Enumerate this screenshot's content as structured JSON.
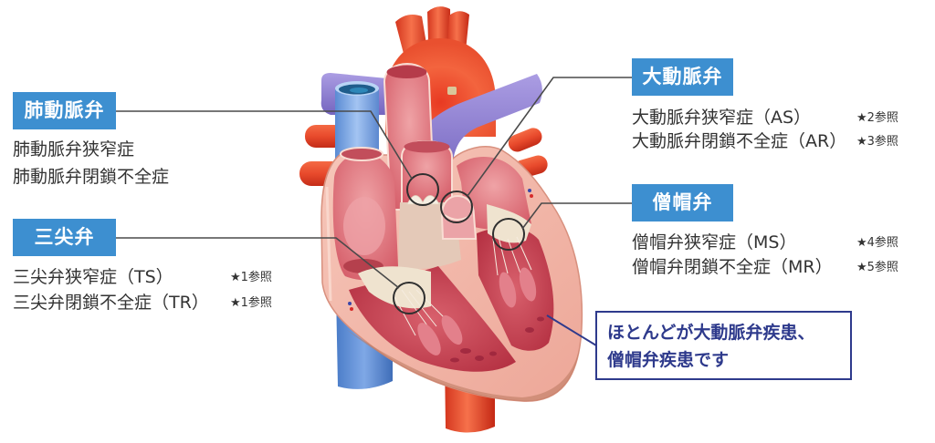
{
  "figure": {
    "subject": "heart cross-section with four valves"
  },
  "labels": [
    {
      "id": "pulmonary-valve",
      "title": "肺動脈弁",
      "items": [
        {
          "name": "肺動脈弁狭窄症"
        },
        {
          "name": "肺動脈弁閉鎖不全症"
        }
      ]
    },
    {
      "id": "tricuspid-valve",
      "title": "三尖弁",
      "items": [
        {
          "name": "三尖弁狭窄症（TS）",
          "ref": "★1参照"
        },
        {
          "name": "三尖弁閉鎖不全症（TR）",
          "ref": "★1参照"
        }
      ]
    },
    {
      "id": "aortic-valve",
      "title": "大動脈弁",
      "items": [
        {
          "name": "大動脈弁狭窄症（AS）",
          "ref": "★2参照"
        },
        {
          "name": "大動脈弁閉鎖不全症（AR）",
          "ref": "★3参照"
        }
      ]
    },
    {
      "id": "mitral-valve",
      "title": "僧帽弁",
      "items": [
        {
          "name": "僧帽弁狭窄症（MS）",
          "ref": "★4参照"
        },
        {
          "name": "僧帽弁閉鎖不全症（MR）",
          "ref": "★5参照"
        }
      ]
    }
  ],
  "callout": {
    "line1": "ほとんどが大動脈弁疾患、",
    "line2": "僧帽弁疾患です"
  },
  "colors": {
    "label_background": "#3d8fd0",
    "label_text": "#ffffff",
    "body_text": "#333333",
    "leader_line": "#4a4a4a",
    "callout_accent": "#2e3a8c",
    "aorta": "#e8452a",
    "pulmonary_artery": "#8b7ec8",
    "vena_cava": "#6d9bd6",
    "myocardium": "#f2b5a8",
    "chamber": "#c8414f"
  }
}
